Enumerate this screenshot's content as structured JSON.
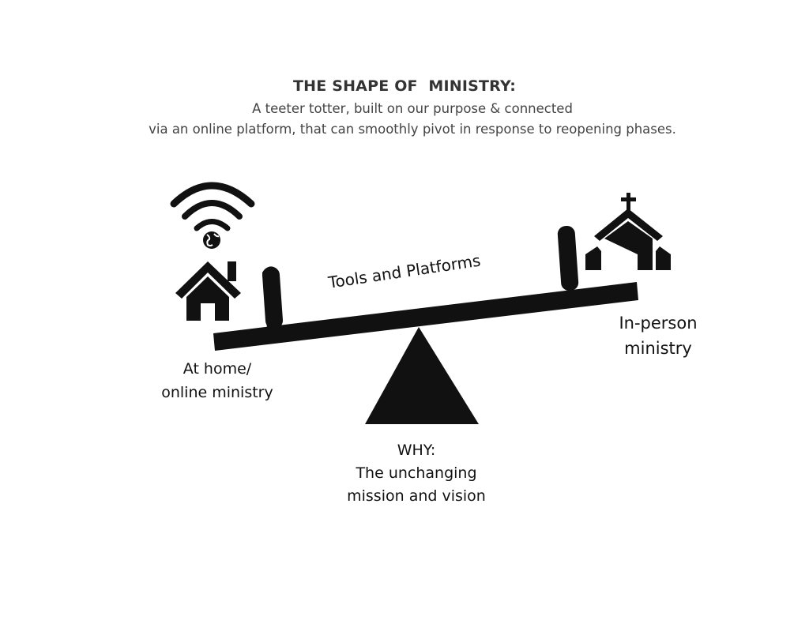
{
  "header": {
    "title": "THE SHAPE OF  MINISTRY:",
    "subtitle_line1": "A teeter totter, built on our purpose & connected",
    "subtitle_line2": "via an online platform, that can smoothly pivot in response to reopening phases."
  },
  "diagram": {
    "beam_label": "Tools and Platforms",
    "left_label_line1": "At home/",
    "left_label_line2": "online ministry",
    "right_label_line1": "In-person",
    "right_label_line2": "ministry",
    "fulcrum_label_line1": "WHY:",
    "fulcrum_label_line2": "The unchanging",
    "fulcrum_label_line3": "mission and vision"
  },
  "icons": {
    "left": [
      "wifi-icon",
      "globe-icon",
      "house-icon"
    ],
    "right": [
      "church-icon"
    ]
  },
  "colors": {
    "ink": "#111111",
    "title": "#333333",
    "subtitle": "#444444",
    "background": "#ffffff"
  }
}
